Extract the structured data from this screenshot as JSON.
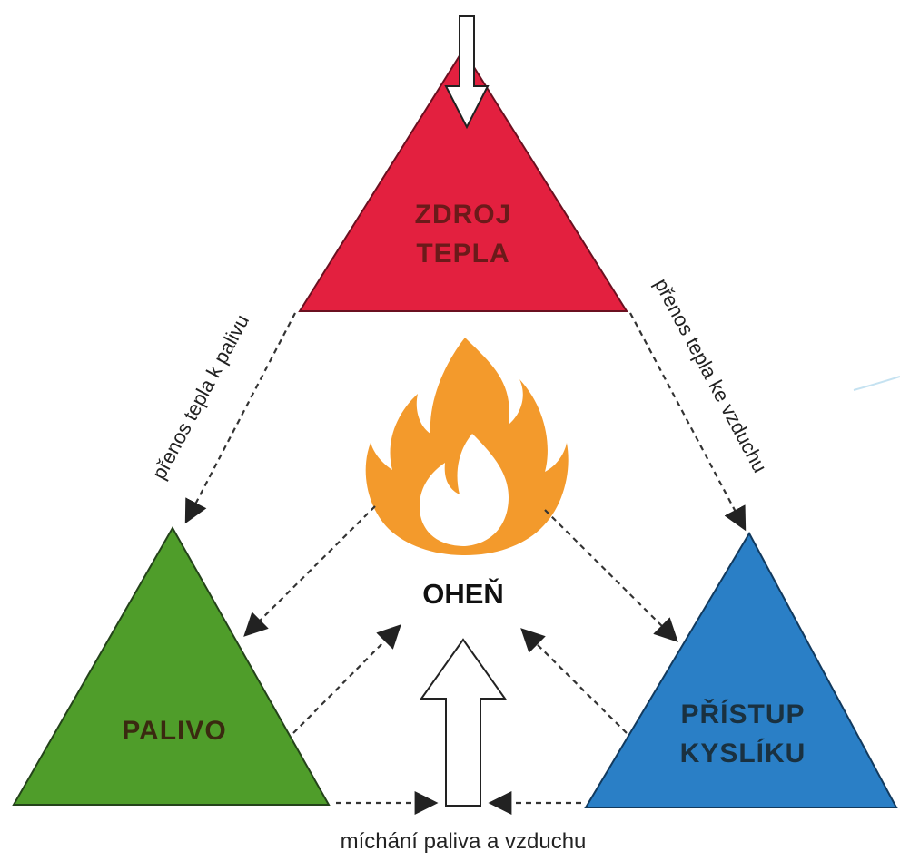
{
  "nodes": {
    "top": {
      "line1": "ZDROJ",
      "line2": "TEPLA",
      "color": "#e3203f"
    },
    "left": {
      "label": "PALIVO",
      "color": "#4f9d2a"
    },
    "right": {
      "line1": "PŘÍSTUP",
      "line2": "KYSLÍKU",
      "color": "#2a7fc6"
    }
  },
  "center": {
    "label": "OHEŇ",
    "icon": "flame-icon",
    "flame_color": "#f39a2c"
  },
  "edges": {
    "left_label": "přenos tepla k palivu",
    "right_label": "přenos tepla ke vzduchu",
    "bottom_label": "míchání paliva a vzduchu"
  }
}
